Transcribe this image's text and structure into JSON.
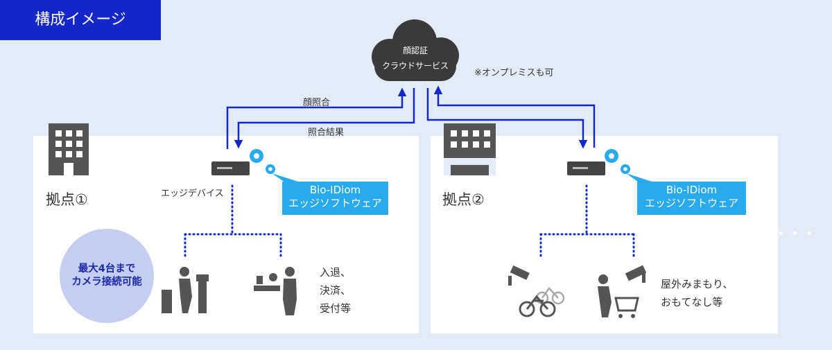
{
  "title": "構成イメージ",
  "cloud": {
    "line1": "顔認証",
    "line2": "クラウドサービス",
    "note": "※オンプレミスも可"
  },
  "arrows": {
    "up_label": "顔照合",
    "down_label": "照合結果"
  },
  "site1": {
    "label": "拠点①",
    "device_label": "エッジデバイス",
    "software": {
      "line1": "Bio-IDiom",
      "line2": "エッジソフトウェア"
    },
    "max_cameras": {
      "line1": "最大4台まで",
      "line2": "カメラ接続可能"
    },
    "usage": [
      "入退、",
      "決済、",
      "受付等"
    ]
  },
  "site2": {
    "label": "拠点②",
    "software": {
      "line1": "Bio-IDiom",
      "line2": "エッジソフトウェア"
    },
    "usage": [
      "屋外みまもり、",
      "おもてなし等"
    ]
  },
  "more": "• • •",
  "colors": {
    "banner": "#1428c9",
    "arrow": "#1428c9",
    "callout": "#29a9ee",
    "cloud": "#3a3a3a",
    "icon": "#555555",
    "background": "#e3ebf6"
  },
  "icons": [
    "building-icon",
    "cloud-icon",
    "edge-device-icon",
    "gear-icon",
    "gate-person-icon",
    "reception-icon",
    "camera-icon",
    "bicycle-icon",
    "shopping-cart-person-icon"
  ]
}
